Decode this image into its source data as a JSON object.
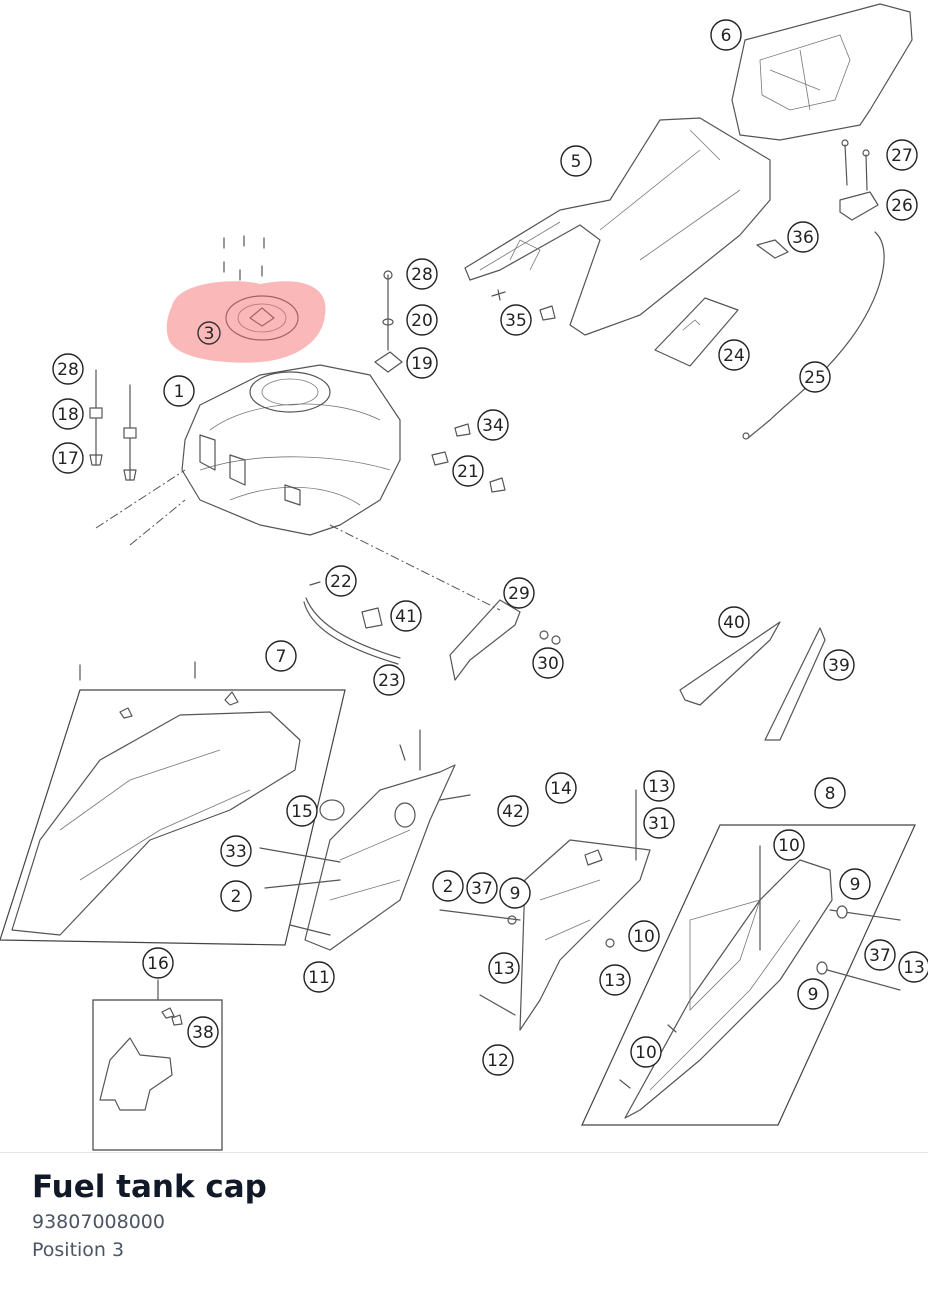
{
  "diagram": {
    "highlight_color": "#f87171",
    "selected_callout": "3",
    "callouts": [
      "1",
      "2",
      "2",
      "3",
      "5",
      "6",
      "7",
      "8",
      "9",
      "9",
      "9",
      "10",
      "10",
      "10",
      "11",
      "12",
      "13",
      "13",
      "13",
      "13",
      "13",
      "14",
      "15",
      "16",
      "17",
      "18",
      "19",
      "20",
      "21",
      "22",
      "23",
      "24",
      "25",
      "26",
      "27",
      "28",
      "28",
      "29",
      "30",
      "31",
      "33",
      "34",
      "35",
      "36",
      "37",
      "37",
      "38",
      "39",
      "40",
      "41",
      "42"
    ]
  },
  "part": {
    "name": "Fuel tank cap",
    "number": "93807008000",
    "position": "Position 3"
  }
}
